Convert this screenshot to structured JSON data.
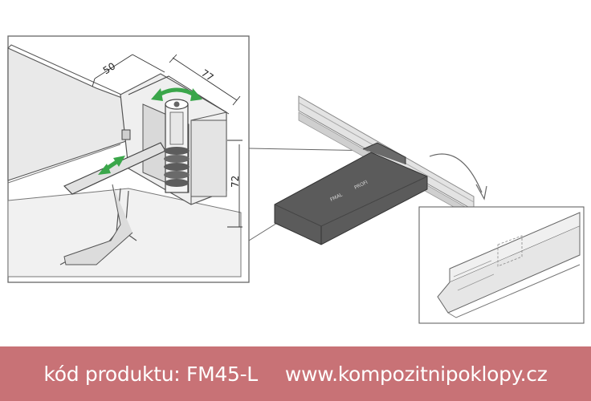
{
  "dimensions": {
    "width_label": "50",
    "depth_label": "77",
    "height_label": "72"
  },
  "part_labels": {
    "left": "FMAL",
    "right": "PROFI"
  },
  "footer": {
    "product_code": "kód produktu: FM45-L",
    "website": "www.kompozitnipoklopy.cz"
  },
  "colors": {
    "footer_bg": "#c87276",
    "arrow_green": "#3aa64a",
    "part_dark": "#5b5b5b"
  }
}
